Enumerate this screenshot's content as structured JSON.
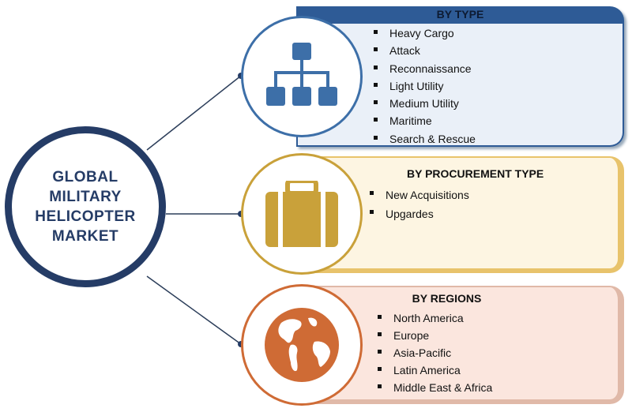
{
  "center": {
    "lines": [
      "GLOBAL",
      "MILITARY",
      "HELICOPTER",
      "MARKET"
    ]
  },
  "segments": [
    {
      "heading": "BY TYPE",
      "icon": "hierarchy-icon",
      "color": "#2e5b96",
      "items": [
        "Heavy Cargo",
        "Attack",
        "Reconnaissance",
        "Light Utility",
        "Medium Utility",
        "Maritime",
        "Search & Rescue"
      ]
    },
    {
      "heading": "BY PROCUREMENT TYPE",
      "icon": "briefcase-icon",
      "color": "#c9a13a",
      "items": [
        "New Acquisitions",
        "Upgardes"
      ]
    },
    {
      "heading": "BY REGIONS",
      "icon": "globe-icon",
      "color": "#cf6b35",
      "items": [
        "North America",
        "Europe",
        "Asia-Pacific",
        "Latin America",
        "Middle East & Africa"
      ]
    }
  ]
}
